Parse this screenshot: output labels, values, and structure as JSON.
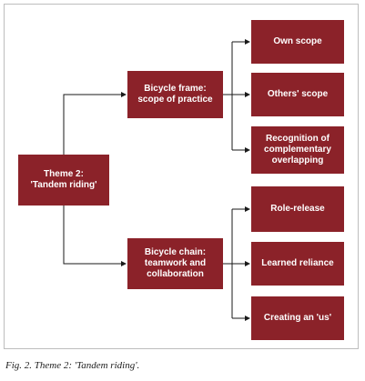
{
  "nodes": {
    "theme": "Theme 2:\n'Tandem riding'",
    "frame": "Bicycle frame:\nscope of practice",
    "chain": "Bicycle chain:\nteamwork and\ncollaboration",
    "own_scope": "Own scope",
    "others_scope": "Others' scope",
    "recognition": "Recognition of\ncomplementary\noverlapping",
    "role_release": "Role-release",
    "learned_reliance": "Learned reliance",
    "creating_us": "Creating an 'us'"
  },
  "caption": "Fig. 2. Theme 2: 'Tandem riding'.",
  "colors": {
    "box": "#8b2229",
    "line": "#1a1a1a"
  }
}
